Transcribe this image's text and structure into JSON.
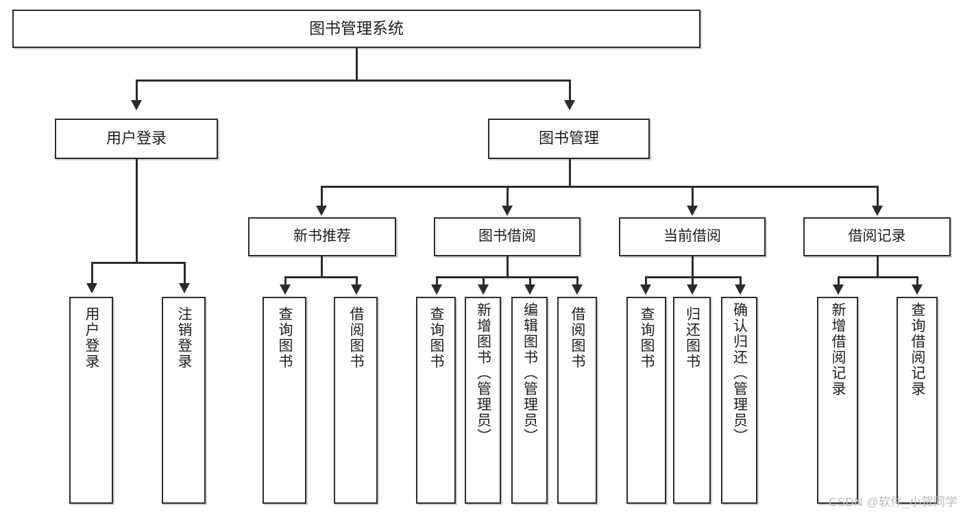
{
  "diagram": {
    "title": "图书管理系统",
    "type": "tree/hierarchy functional structure chart",
    "root": {
      "label": "图书管理系统"
    },
    "level1": [
      {
        "id": "user-login",
        "label": "用户登录"
      },
      {
        "id": "book-management",
        "label": "图书管理"
      }
    ],
    "level2": [
      {
        "id": "new-book-recommend",
        "label": "新书推荐",
        "parent": "book-management"
      },
      {
        "id": "book-borrow",
        "label": "图书借阅",
        "parent": "book-management"
      },
      {
        "id": "current-borrow",
        "label": "当前借阅",
        "parent": "book-management"
      },
      {
        "id": "borrow-record",
        "label": "借阅记录",
        "parent": "book-management"
      }
    ],
    "leaves": {
      "user_login": [
        {
          "id": "leaf-user-login",
          "label": "用户登录"
        },
        {
          "id": "leaf-user-logout",
          "label": "注销登录"
        }
      ],
      "new_book_recommend": [
        {
          "id": "leaf-query-book-1",
          "label": "查询图书"
        },
        {
          "id": "leaf-borrow-book-1",
          "label": "借阅图书"
        }
      ],
      "book_borrow": [
        {
          "id": "leaf-query-book-2",
          "label": "查询图书"
        },
        {
          "id": "leaf-add-book",
          "label": "新增图书（管理员）"
        },
        {
          "id": "leaf-edit-book",
          "label": "编辑图书（管理员）"
        },
        {
          "id": "leaf-borrow-book-2",
          "label": "借阅图书"
        }
      ],
      "current_borrow": [
        {
          "id": "leaf-query-book-3",
          "label": "查询图书"
        },
        {
          "id": "leaf-return-book",
          "label": "归还图书"
        },
        {
          "id": "leaf-confirm-return",
          "label": "确认归还（管理员）"
        }
      ],
      "borrow_record": [
        {
          "id": "leaf-add-record",
          "label": "新增借阅记录"
        },
        {
          "id": "leaf-query-record",
          "label": "查询借阅记录"
        }
      ]
    }
  },
  "watermark": {
    "text": "CSDN @软件_小贺同学"
  },
  "colors": {
    "background": "#ffffff",
    "border": "#2b2b2b",
    "text": "#1d1d1d",
    "watermark": "#b9b9b9"
  }
}
